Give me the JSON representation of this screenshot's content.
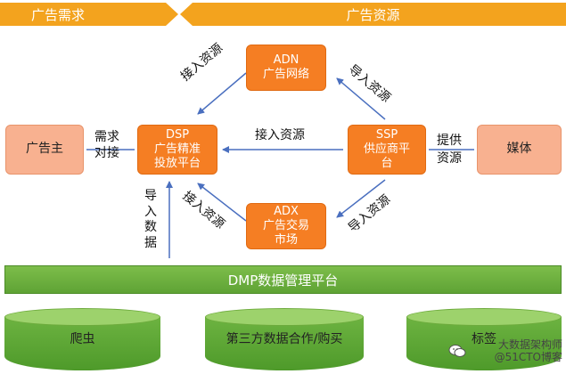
{
  "banners": {
    "demand": "广告需求",
    "supply": "广告资源"
  },
  "nodes": {
    "advertiser": {
      "line1": "广告主"
    },
    "dsp": {
      "line1": "DSP",
      "line2": "广告精准",
      "line3": "投放平台"
    },
    "adn": {
      "line1": "ADN",
      "line2": "广告网络"
    },
    "ssp": {
      "line1": "SSP",
      "line2": "供应商平",
      "line3": "台"
    },
    "media": {
      "line1": "媒体"
    },
    "adx": {
      "line1": "ADX",
      "line2": "广告交易",
      "line3": "市场"
    }
  },
  "edge_labels": {
    "adn_to_dsp": "接入资源",
    "ssp_to_adn": "导入资源",
    "ssp_to_dsp": "接入资源",
    "advertiser_dsp_line1": "需求",
    "advertiser_dsp_line2": "对接",
    "media_ssp_line1": "提供",
    "media_ssp_line2": "资源",
    "adx_to_dsp": "接入资源",
    "ssp_to_adx": "导入资源",
    "dmp_to_dsp": "导入数据"
  },
  "dmp": {
    "label": "DMP数据管理平台"
  },
  "sources": {
    "crawler": "爬虫",
    "third_party": "第三方数据合作/购买",
    "tags": "标签"
  },
  "watermark": {
    "line1": "大数据架构师",
    "line2": "@51CTO博客"
  },
  "colors": {
    "banner": "#f3a31e",
    "node_dark": "#f57e23",
    "node_light": "#f8b190",
    "arrow": "#4a6fbf",
    "green_bar": "#6ab23f"
  },
  "icons": {
    "wechat": "wechat-icon"
  }
}
